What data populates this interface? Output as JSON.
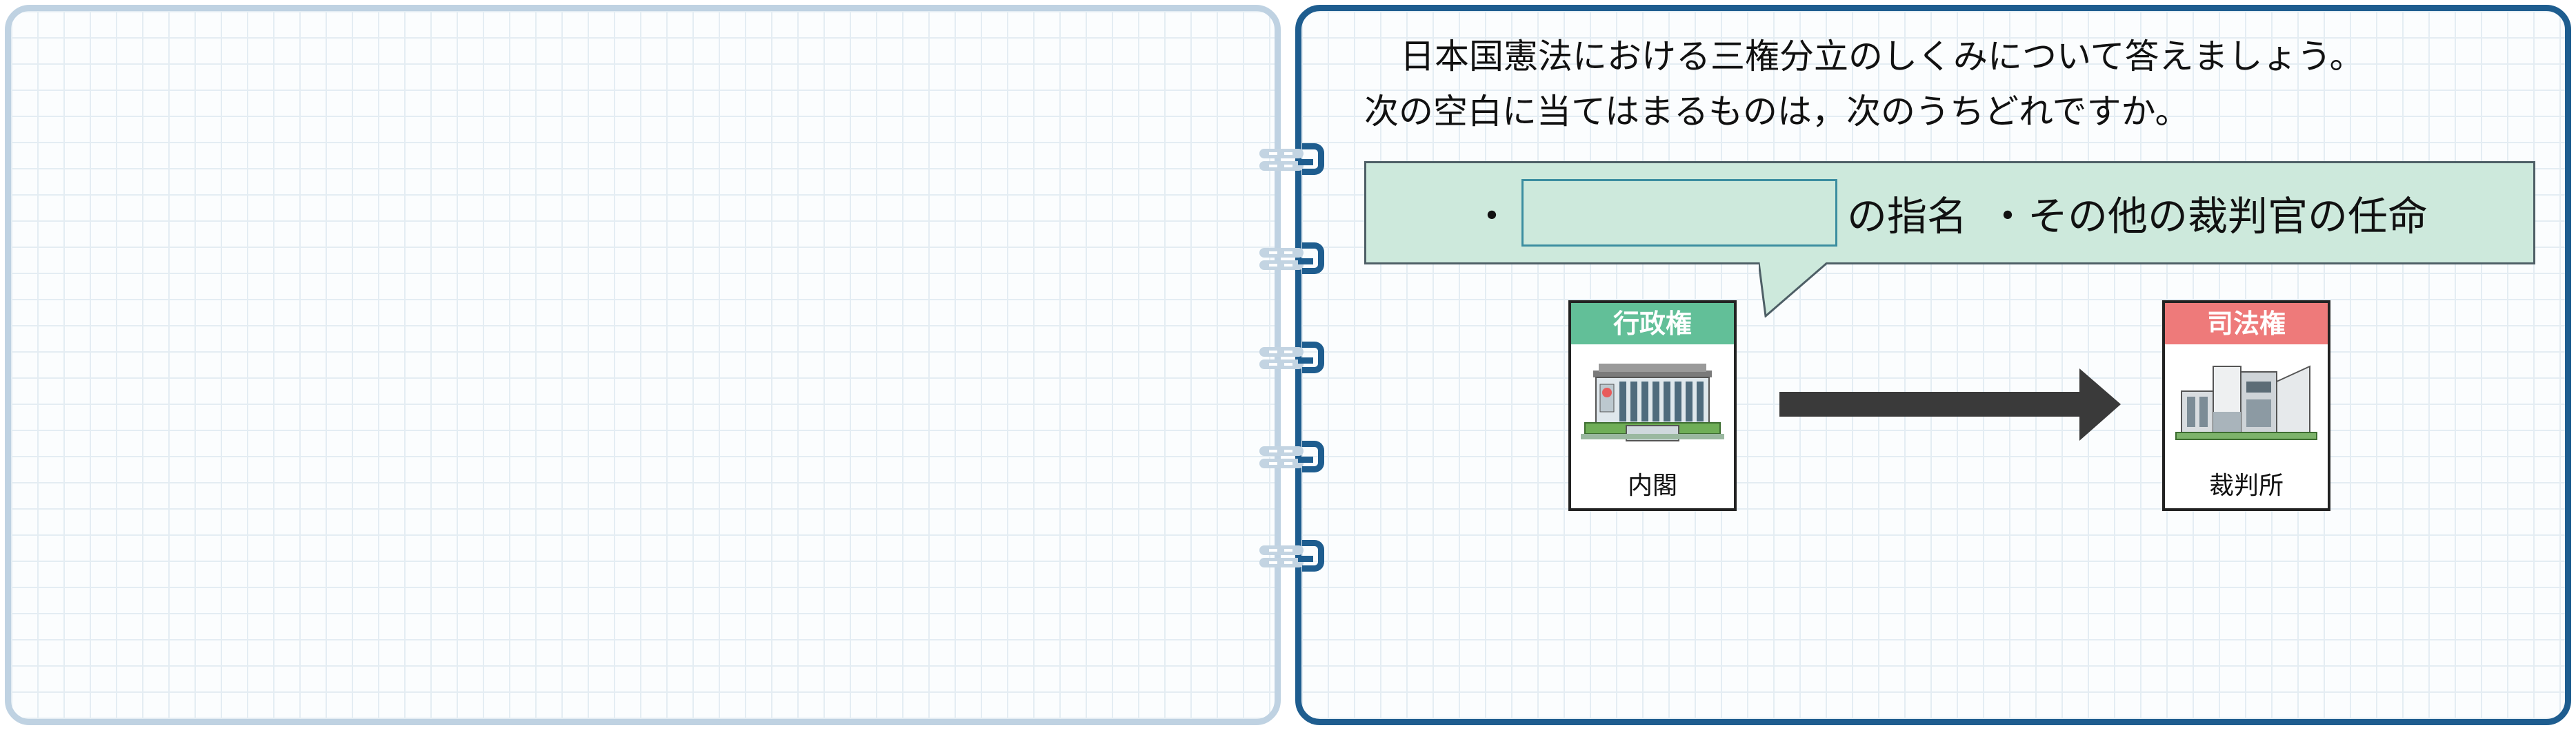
{
  "question": {
    "line1": "日本国憲法における三権分立のしくみについて答えましょう。",
    "line2": "次の空白に当てはまるものは，次のうちどれですか。"
  },
  "callout": {
    "bullet1": "・",
    "after_blank": "の指名",
    "bullet2": "・その他の裁判官の任命"
  },
  "cards": {
    "left": {
      "header": "行政権",
      "label": "内閣",
      "header_color": "#62bf98",
      "icon": "cabinet-building-icon"
    },
    "right": {
      "header": "司法権",
      "label": "裁判所",
      "header_color": "#ee7a7a",
      "icon": "court-building-icon"
    }
  },
  "colors": {
    "page_border": "#1e5d8f",
    "page_border_light": "#bfd2e2",
    "callout_fill": "#cde9dc",
    "arrow": "#3a3a3a"
  }
}
